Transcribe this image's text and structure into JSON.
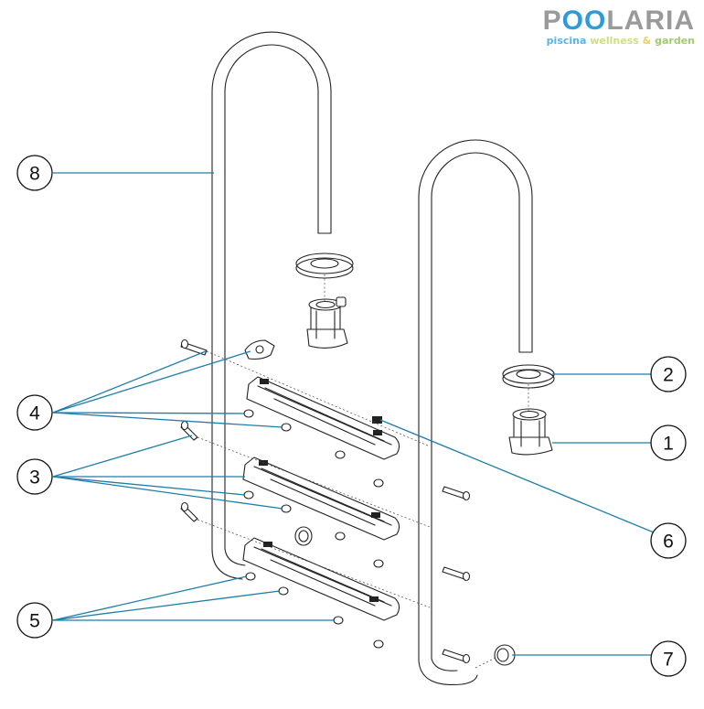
{
  "logo": {
    "name_pre": "P",
    "name_oo": "OO",
    "name_post": "LARIA",
    "tagline_piscina": "piscina",
    "tagline_wellness": "wellness",
    "tagline_amp": "&",
    "tagline_garden": "garden"
  },
  "callouts": [
    "1",
    "2",
    "3",
    "4",
    "5",
    "6",
    "7",
    "8"
  ],
  "colors": {
    "leader": "#1f7ea8",
    "logo_gray": "#9a9a9a",
    "logo_blue": "#2f9bd6"
  }
}
